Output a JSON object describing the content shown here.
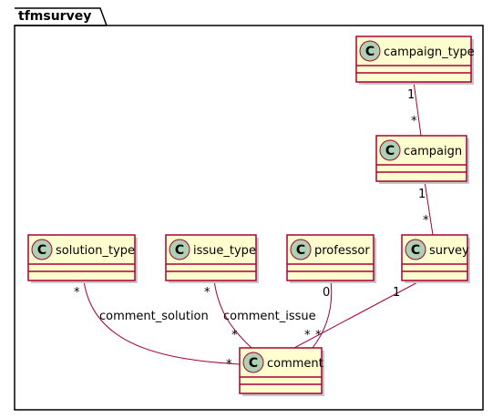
{
  "package": {
    "name": "tfmsurvey"
  },
  "classes": [
    {
      "id": "campaign_type",
      "name": "campaign_type",
      "stereotype": "C"
    },
    {
      "id": "campaign",
      "name": "campaign",
      "stereotype": "C"
    },
    {
      "id": "survey",
      "name": "survey",
      "stereotype": "C"
    },
    {
      "id": "solution_type",
      "name": "solution_type",
      "stereotype": "C"
    },
    {
      "id": "issue_type",
      "name": "issue_type",
      "stereotype": "C"
    },
    {
      "id": "professor",
      "name": "professor",
      "stereotype": "C"
    },
    {
      "id": "comment",
      "name": "comment",
      "stereotype": "C"
    }
  ],
  "associations": [
    {
      "from": "campaign_type",
      "to": "campaign",
      "from_mult": "1",
      "to_mult": "*",
      "label": ""
    },
    {
      "from": "campaign",
      "to": "survey",
      "from_mult": "1",
      "to_mult": "*",
      "label": ""
    },
    {
      "from": "solution_type",
      "to": "comment",
      "from_mult": "*",
      "to_mult": "*",
      "label": "comment_solution"
    },
    {
      "from": "issue_type",
      "to": "comment",
      "from_mult": "*",
      "to_mult": "*",
      "label": "comment_issue"
    },
    {
      "from": "professor",
      "to": "comment",
      "from_mult": "0",
      "to_mult": "*",
      "label": ""
    },
    {
      "from": "survey",
      "to": "comment",
      "from_mult": "1",
      "to_mult": "*",
      "label": ""
    }
  ],
  "colors": {
    "class_fill": "#FEFECE",
    "class_border": "#A80036",
    "stereotype_circle": "#ADD1B2",
    "edge": "#A80036"
  }
}
